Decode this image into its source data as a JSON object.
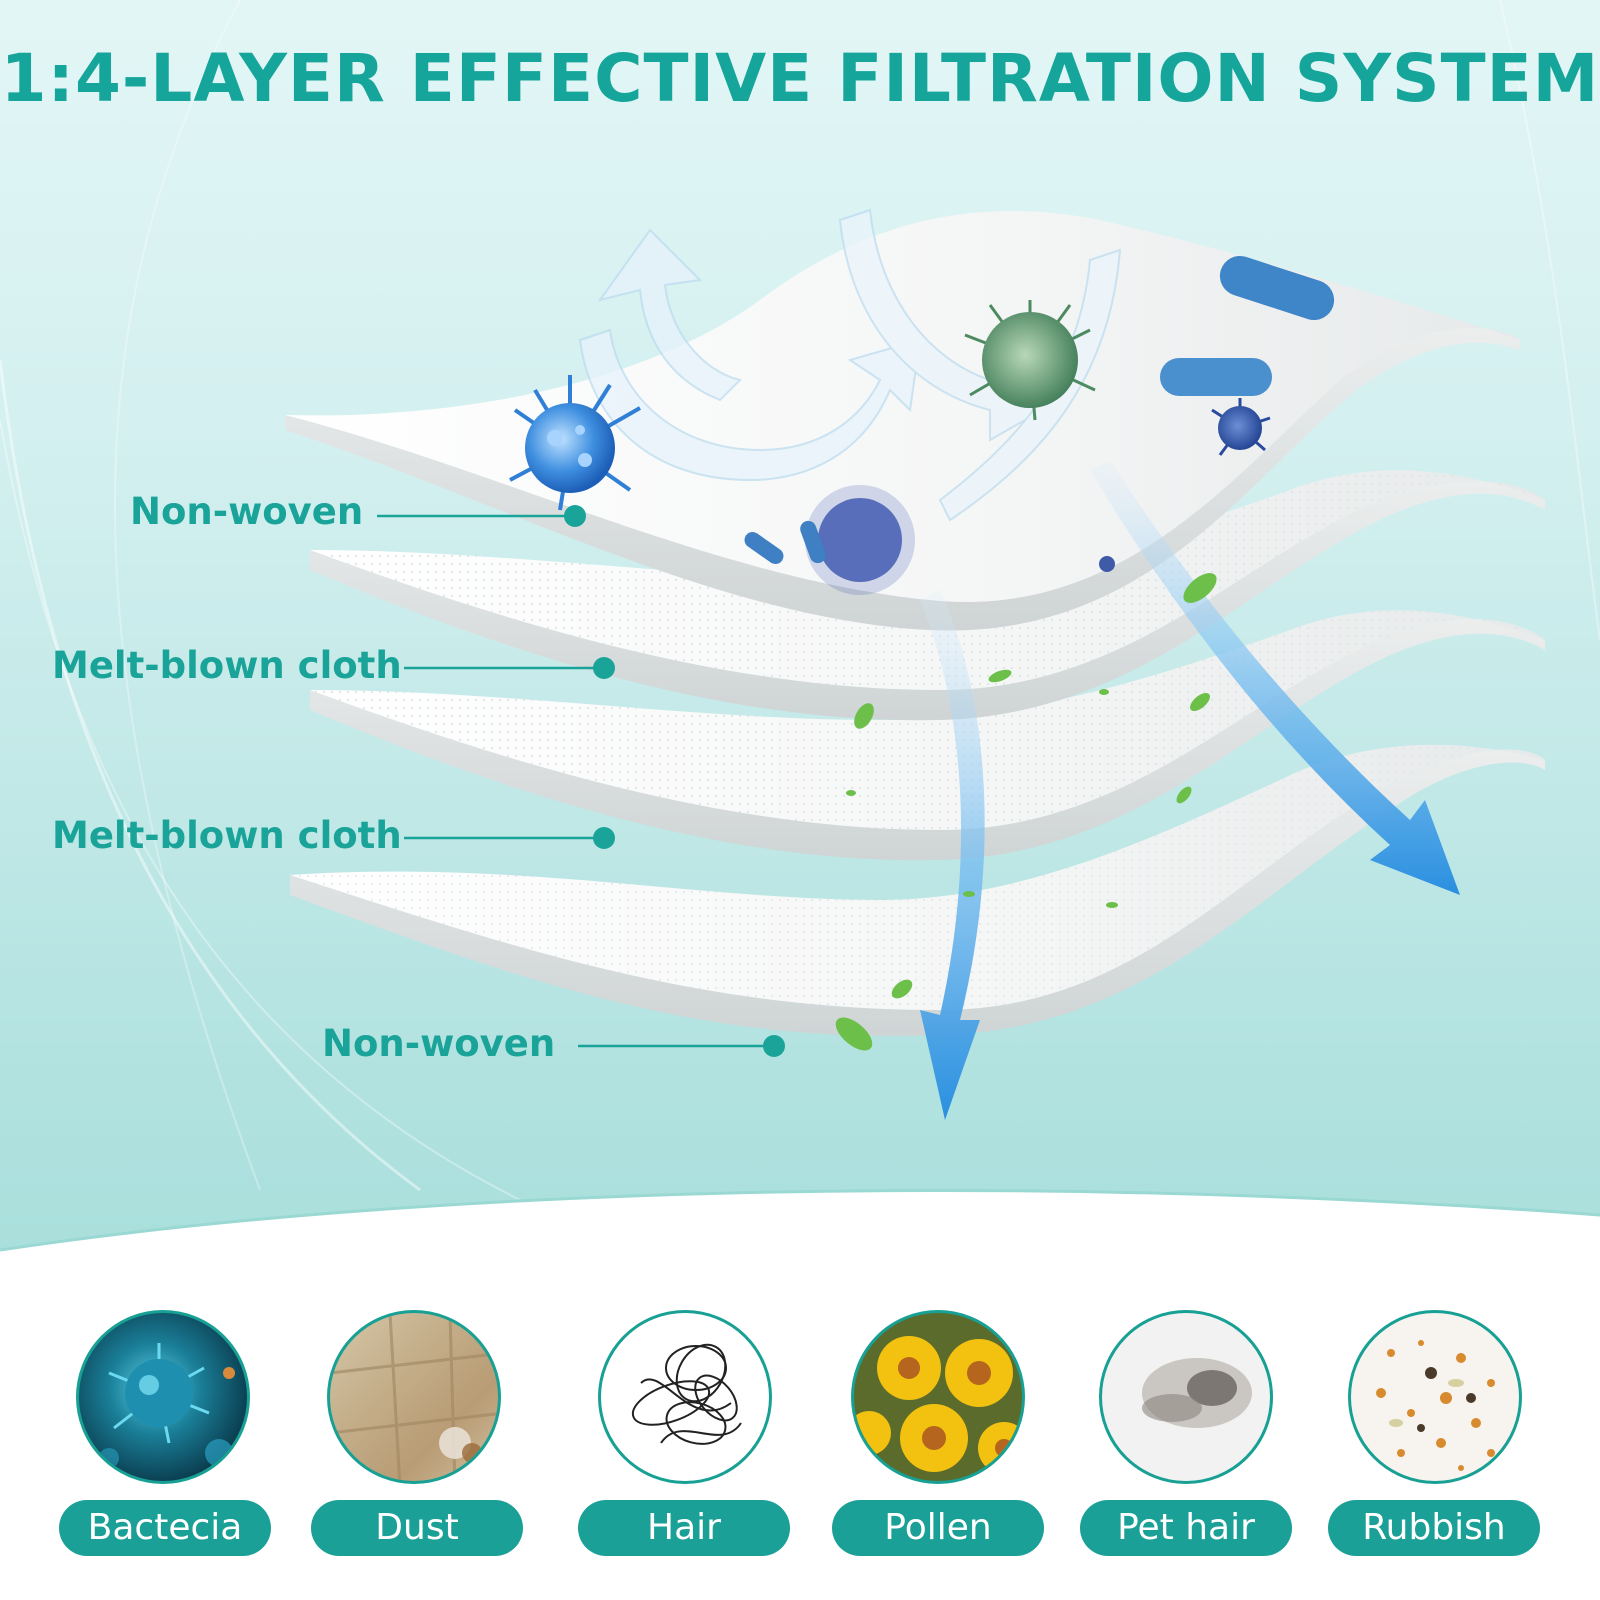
{
  "title": "1:4-LAYER EFFECTIVE FILTRATION SYSTEM",
  "layers": [
    {
      "label": "Non-woven"
    },
    {
      "label": "Melt-blown cloth"
    },
    {
      "label": "Melt-blown cloth"
    },
    {
      "label": "Non-woven"
    }
  ],
  "filters": [
    {
      "label": "Bactecia",
      "icon": "bacteria-icon"
    },
    {
      "label": "Dust",
      "icon": "dust-icon"
    },
    {
      "label": "Hair",
      "icon": "hair-icon"
    },
    {
      "label": "Pollen",
      "icon": "pollen-icon"
    },
    {
      "label": "Pet hair",
      "icon": "pet-hair-icon"
    },
    {
      "label": "Rubbish",
      "icon": "rubbish-icon"
    }
  ],
  "colors": {
    "accent": "#1aa096",
    "title": "#16a59a",
    "airflow": "#3aa0e6",
    "leaf": "#6cc04a"
  }
}
